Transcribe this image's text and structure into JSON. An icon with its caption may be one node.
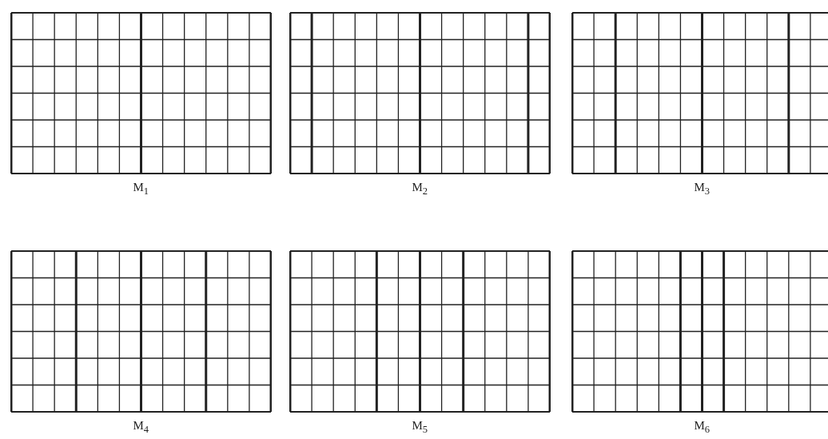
{
  "diagram": {
    "nodes": [
      {
        "text": [
          "M$_{1}$"
        ]
      },
      {
        "text": [
          "M$_{2}$"
        ]
      },
      {
        "text": [
          "M$_{3}$"
        ]
      },
      {
        "text": [
          "M$_{4}$"
        ]
      },
      {
        "text": [
          "M$_{5}$"
        ]
      },
      {
        "text": [
          "M$_{6}$"
        ]
      }
    ]
  }
}
